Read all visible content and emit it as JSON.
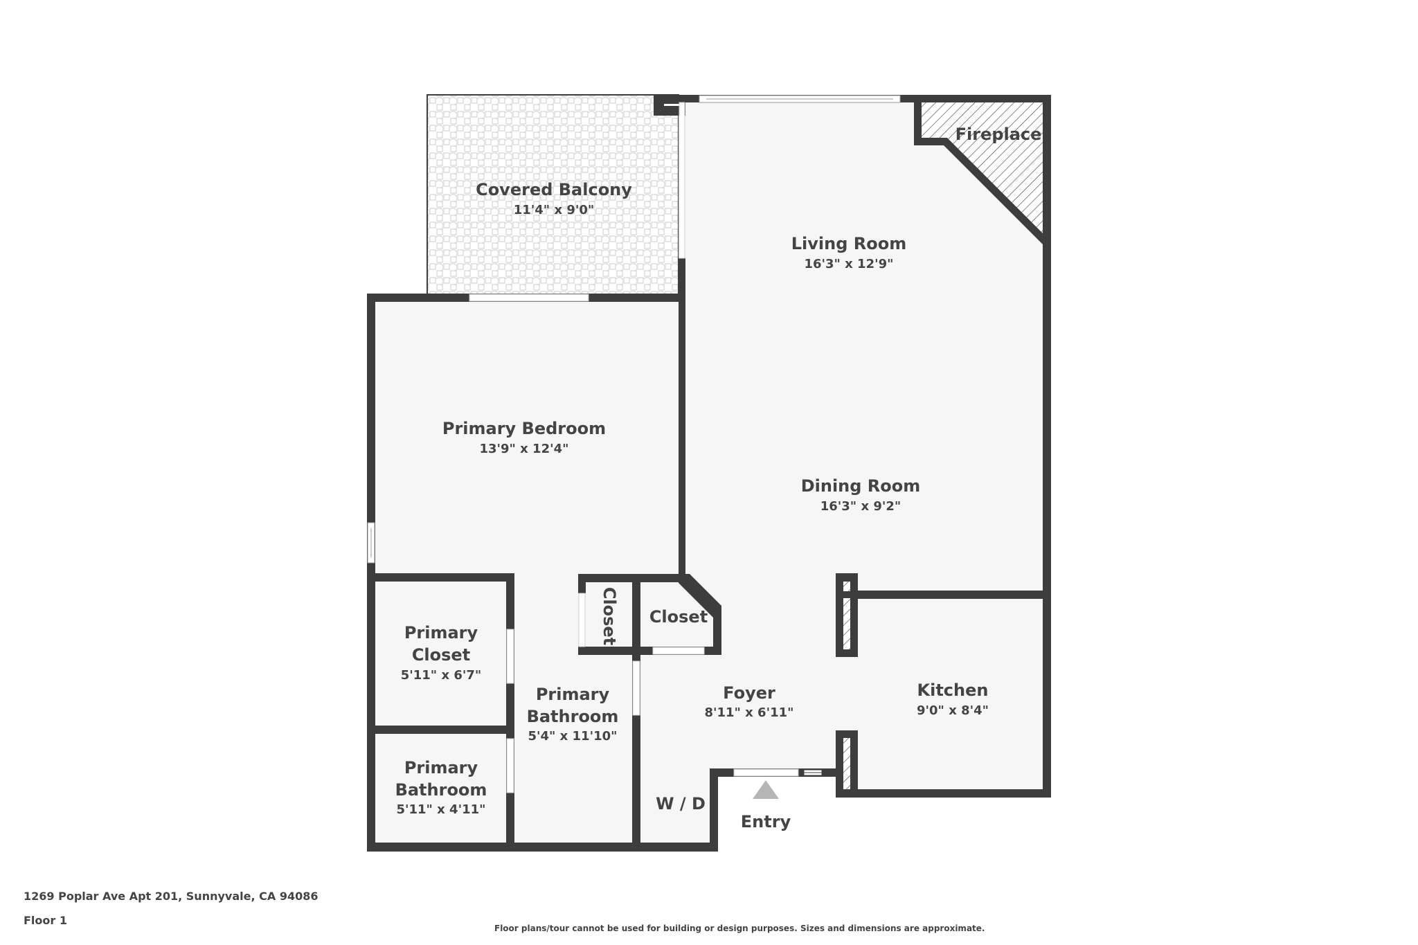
{
  "rooms": {
    "balcony": {
      "name": "Covered Balcony",
      "dims": "11'4\" x 9'0\""
    },
    "fireplace": {
      "name": "Fireplace"
    },
    "living": {
      "name": "Living Room",
      "dims": "16'3\" x 12'9\""
    },
    "dining": {
      "name": "Dining Room",
      "dims": "16'3\" x 9'2\""
    },
    "bedroom": {
      "name": "Primary Bedroom",
      "dims": "13'9\" x 12'4\""
    },
    "primary_closet": {
      "name_line1": "Primary",
      "name_line2": "Closet",
      "dims": "5'11\" x 6'7\""
    },
    "primary_bath_small": {
      "name_line1": "Primary",
      "name_line2": "Bathroom",
      "dims": "5'11\" x 4'11\""
    },
    "primary_bath": {
      "name_line1": "Primary",
      "name_line2": "Bathroom",
      "dims": "5'4\" x 11'10\""
    },
    "closet_a": {
      "name": "Closet"
    },
    "closet_b": {
      "name": "Closet"
    },
    "foyer": {
      "name": "Foyer",
      "dims": "8'11\" x 6'11\""
    },
    "kitchen": {
      "name": "Kitchen",
      "dims": "9'0\" x 8'4\""
    },
    "wd": {
      "name": "W / D"
    },
    "entry": {
      "name": "Entry"
    }
  },
  "footer": {
    "address": "1269 Poplar Ave Apt 201, Sunnyvale, CA 94086",
    "floor": "Floor 1",
    "disclaimer": "Floor plans/tour cannot be used for building or design purposes. Sizes and dimensions are approximate."
  },
  "colors": {
    "wall": "#3d3d3d",
    "floor": "#f6f6f6",
    "text": "#444444",
    "entry_arrow": "#b5b5b5"
  }
}
